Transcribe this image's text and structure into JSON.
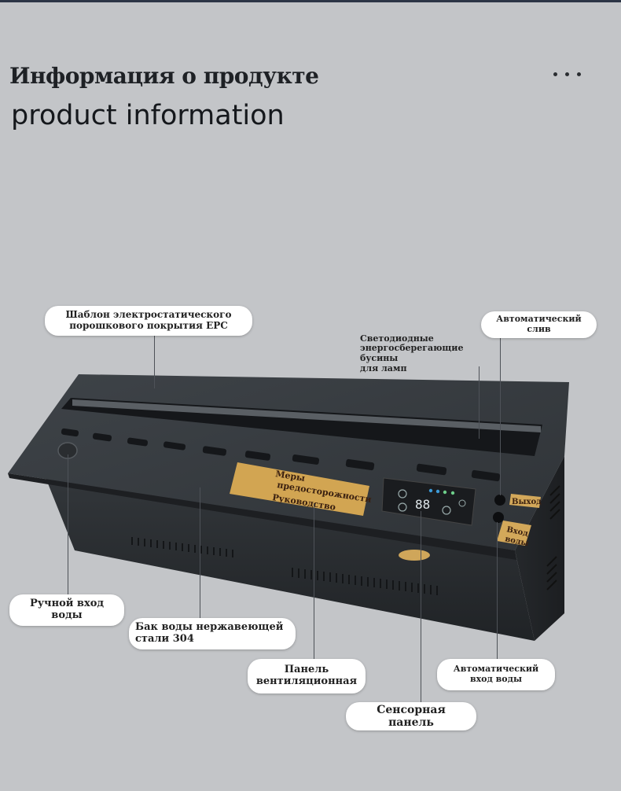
{
  "header": {
    "title_ru": "Информация о продукте",
    "title_en": "product  information"
  },
  "icons": {
    "more": "more-horizontal-icon"
  },
  "colors": {
    "background": "#c3c5c8",
    "product_body": "#2b2e31",
    "label_gold": "#d2a552",
    "callout_bg": "#ffffff"
  },
  "product": {
    "plate_text": "Меры\nпредосторожности\nРуководство",
    "tag_out": "Выход",
    "tag_in": "Вход\nводы",
    "panel_display": "88"
  },
  "callouts": [
    {
      "id": "epc",
      "label": "Шаблон электростатического\nпорошкового покрытия EPC"
    },
    {
      "id": "led",
      "label": "Светодиодные\nэнергосберегающие бусины\nдля ламп"
    },
    {
      "id": "drain",
      "label": "Автоматический\nслив"
    },
    {
      "id": "manual-inlet",
      "label": "Ручной вход\nводы"
    },
    {
      "id": "tank",
      "label": "Бак воды нержавеющей\nстали 304"
    },
    {
      "id": "vent",
      "label": "Панель\nвентиляционная"
    },
    {
      "id": "touch",
      "label": "Сенсорная панель"
    },
    {
      "id": "auto-inlet",
      "label": "Автоматический\nвход воды"
    }
  ]
}
